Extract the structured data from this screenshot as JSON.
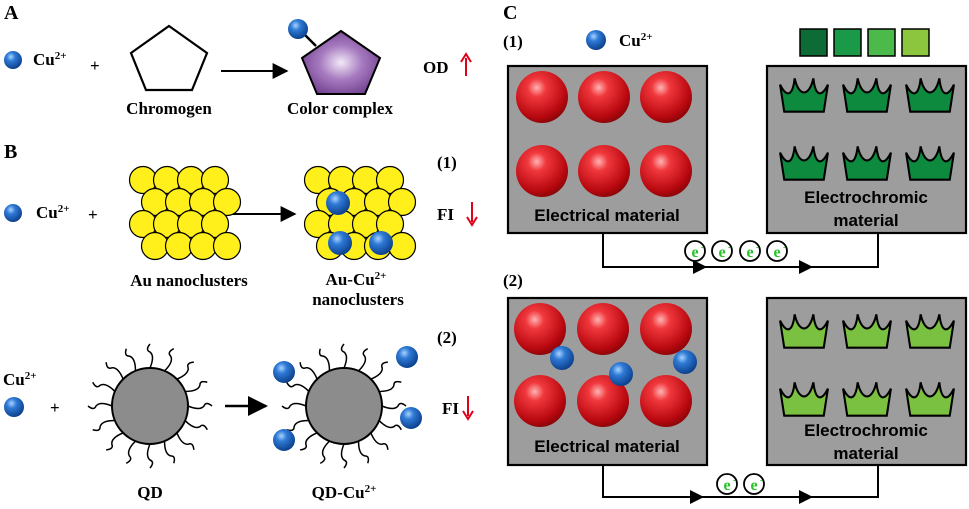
{
  "colors": {
    "ion": "#1f5fb5",
    "cluster": "#ffef1a",
    "complex": "#8e5aa8",
    "qd": "#8c8c8c",
    "sphere": "#d3171c",
    "box": "#9d9d9d",
    "arrow_red": "#e0001a",
    "dark_green": "#0d7a3a",
    "light_green": "#8cc63f",
    "electron": "#27c22a"
  },
  "panel_a": {
    "label": "A",
    "ion": "Cu",
    "ion_charge": "2+",
    "plus": "+",
    "chromogen": "Chromogen",
    "product": "Color complex",
    "readout": "OD"
  },
  "panel_b": {
    "label": "B",
    "sub1": "(1)",
    "sub2": "(2)",
    "ion": "Cu",
    "ion_charge": "2+",
    "plus": "+",
    "au": "Au nanoclusters",
    "au_cu_line1": "Au-Cu",
    "au_cu_charge": "2+",
    "au_cu_line2": "nanoclusters",
    "readout1": "FI",
    "readout2": "FI",
    "qd": "QD",
    "qd_cu": "QD-Cu",
    "qd_cu_charge": "2+"
  },
  "panel_c": {
    "label": "C",
    "sub1": "(1)",
    "sub2": "(2)",
    "legend_ion": "Cu",
    "legend_charge": "2+",
    "electrical": "Electrical material",
    "electrochromic_line1": "Electrochromic",
    "electrochromic_line2": "material",
    "electron_symbol": "e",
    "electron_charge": "-",
    "swatches": [
      "#0d6b35",
      "#1a9a48",
      "#4cba4a",
      "#8cc63f"
    ]
  }
}
